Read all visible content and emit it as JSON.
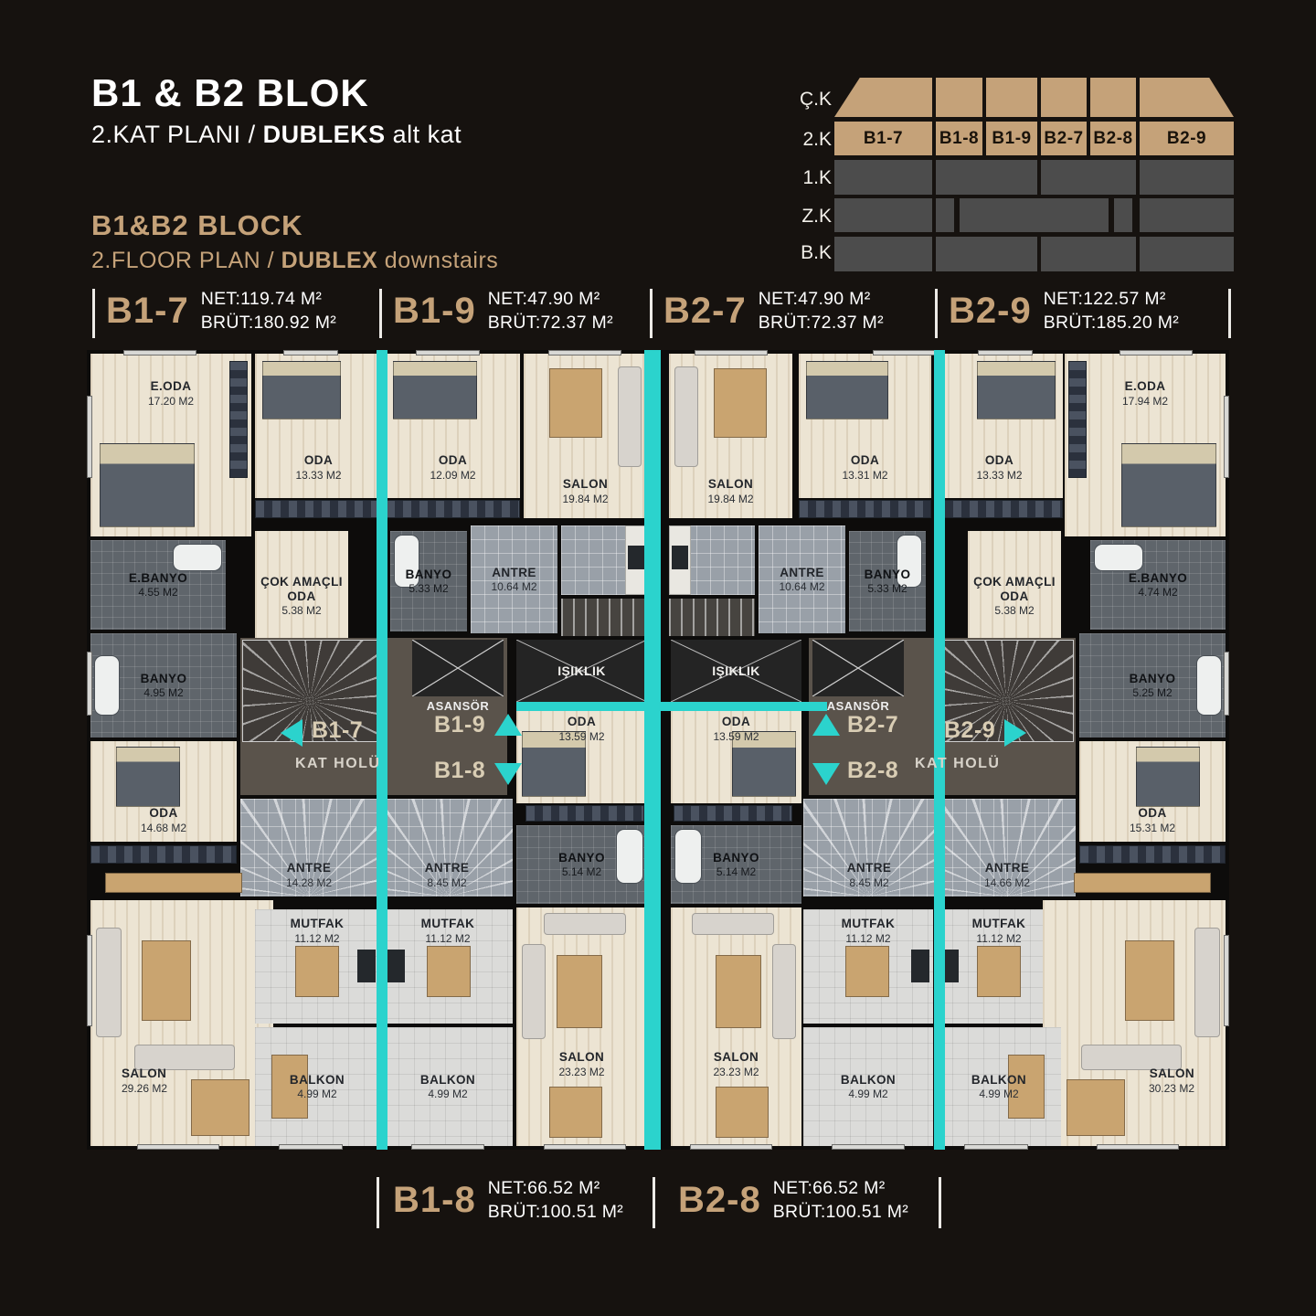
{
  "colors": {
    "background": "#16120f",
    "gold": "#c5a279",
    "teal": "#2bd3cd",
    "white": "#ffffff",
    "wood_floor": "#ece4d3",
    "tile_light": "#dbdbd9",
    "tile_gray": "#99a0a8",
    "tile_bath": "#5f656b",
    "hall_dark": "#5a534b",
    "stack_gray": "#4c4c4c"
  },
  "title_block": {
    "blok_title": "B1 & B2 BLOK",
    "blok_sub_prefix": "2.KAT PLANI / ",
    "blok_sub_bold": "DUBLEKS",
    "blok_sub_suffix": " alt kat",
    "block_title_en": "B1&B2 BLOCK",
    "block_sub_en_prefix": "2.FLOOR PLAN / ",
    "block_sub_en_bold": "DUBLEX",
    "block_sub_en_suffix": " downstairs"
  },
  "stack_diagram": {
    "floor_labels": [
      "Ç.K",
      "2.K",
      "1.K",
      "Z.K",
      "B.K"
    ],
    "units": [
      "B1-7",
      "B1-8",
      "B1-9",
      "B2-7",
      "B2-8",
      "B2-9"
    ],
    "highlighted_floor": "2.K"
  },
  "top_units": [
    {
      "name": "B1-7",
      "net": "NET:119.74 M²",
      "brut": "BRÜT:180.92 M²"
    },
    {
      "name": "B1-9",
      "net": "NET:47.90 M²",
      "brut": "BRÜT:72.37 M²"
    },
    {
      "name": "B2-7",
      "net": "NET:47.90 M²",
      "brut": "BRÜT:72.37 M²"
    },
    {
      "name": "B2-9",
      "net": "NET:122.57 M²",
      "brut": "BRÜT:185.20 M²"
    }
  ],
  "bottom_units": [
    {
      "name": "B1-8",
      "net": "NET:66.52 M²",
      "brut": "BRÜT:100.51 M²"
    },
    {
      "name": "B2-8",
      "net": "NET:66.52 M²",
      "brut": "BRÜT:100.51 M²"
    }
  ],
  "plan": {
    "rooms": {
      "eoda_l": {
        "name": "E.ODA",
        "area": "17.20 M2"
      },
      "eoda_r": {
        "name": "E.ODA",
        "area": "17.94 M2"
      },
      "oda133": {
        "name": "ODA",
        "area": "13.33 M2"
      },
      "oda1209": {
        "name": "ODA",
        "area": "12.09 M2"
      },
      "oda1331": {
        "name": "ODA",
        "area": "13.31 M2"
      },
      "salon1984": {
        "name": "SALON",
        "area": "19.84 M2"
      },
      "ebanyo_l": {
        "name": "E.BANYO",
        "area": "4.55 M2"
      },
      "ebanyo_r": {
        "name": "E.BANYO",
        "area": "4.74 M2"
      },
      "cok": {
        "name": "ÇOK AMAÇLI ODA",
        "area": "5.38 M2"
      },
      "banyo533": {
        "name": "BANYO",
        "area": "5.33 M2"
      },
      "antre1064": {
        "name": "ANTRE",
        "area": "10.64 M2"
      },
      "banyo495": {
        "name": "BANYO",
        "area": "4.95 M2"
      },
      "banyo525": {
        "name": "BANYO",
        "area": "5.25 M2"
      },
      "oda1359": {
        "name": "ODA",
        "area": "13.59 M2"
      },
      "oda1468": {
        "name": "ODA",
        "area": "14.68 M2"
      },
      "oda1531": {
        "name": "ODA",
        "area": "15.31 M2"
      },
      "antre1428": {
        "name": "ANTRE",
        "area": "14.28 M2"
      },
      "antre1466": {
        "name": "ANTRE",
        "area": "14.66 M2"
      },
      "antre845": {
        "name": "ANTRE",
        "area": "8.45 M2"
      },
      "banyo514": {
        "name": "BANYO",
        "area": "5.14 M2"
      },
      "mutfak": {
        "name": "MUTFAK",
        "area": "11.12 M2"
      },
      "salon2926": {
        "name": "SALON",
        "area": "29.26 M2"
      },
      "salon2323": {
        "name": "SALON",
        "area": "23.23 M2"
      },
      "salon3023": {
        "name": "SALON",
        "area": "30.23 M2"
      },
      "balkon": {
        "name": "BALKON",
        "area": "4.99 M2"
      }
    },
    "texts": {
      "isiklik": "IŞIKLIK",
      "asansor": "ASANSÖR",
      "kat_holu": "KAT HOLÜ"
    },
    "arrows": {
      "b1_7": "B1-7",
      "b1_8": "B1-8",
      "b1_9": "B1-9",
      "b2_7": "B2-7",
      "b2_8": "B2-8",
      "b2_9": "B2-9"
    }
  }
}
